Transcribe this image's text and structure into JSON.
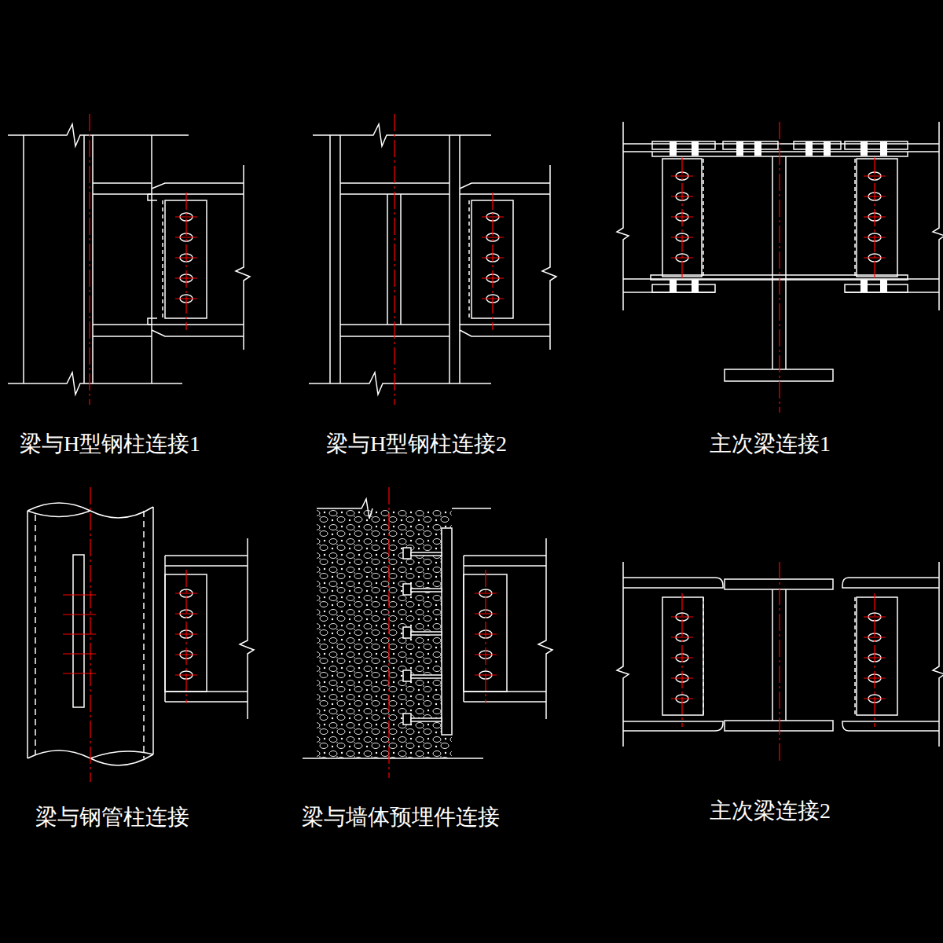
{
  "diagram": {
    "labels": [
      "梁与H型钢柱连接1",
      "梁与H型钢柱连接2",
      "主次梁连接1",
      "梁与钢管柱连接",
      "梁与墙体预埋件连接",
      "主次梁连接2"
    ]
  }
}
